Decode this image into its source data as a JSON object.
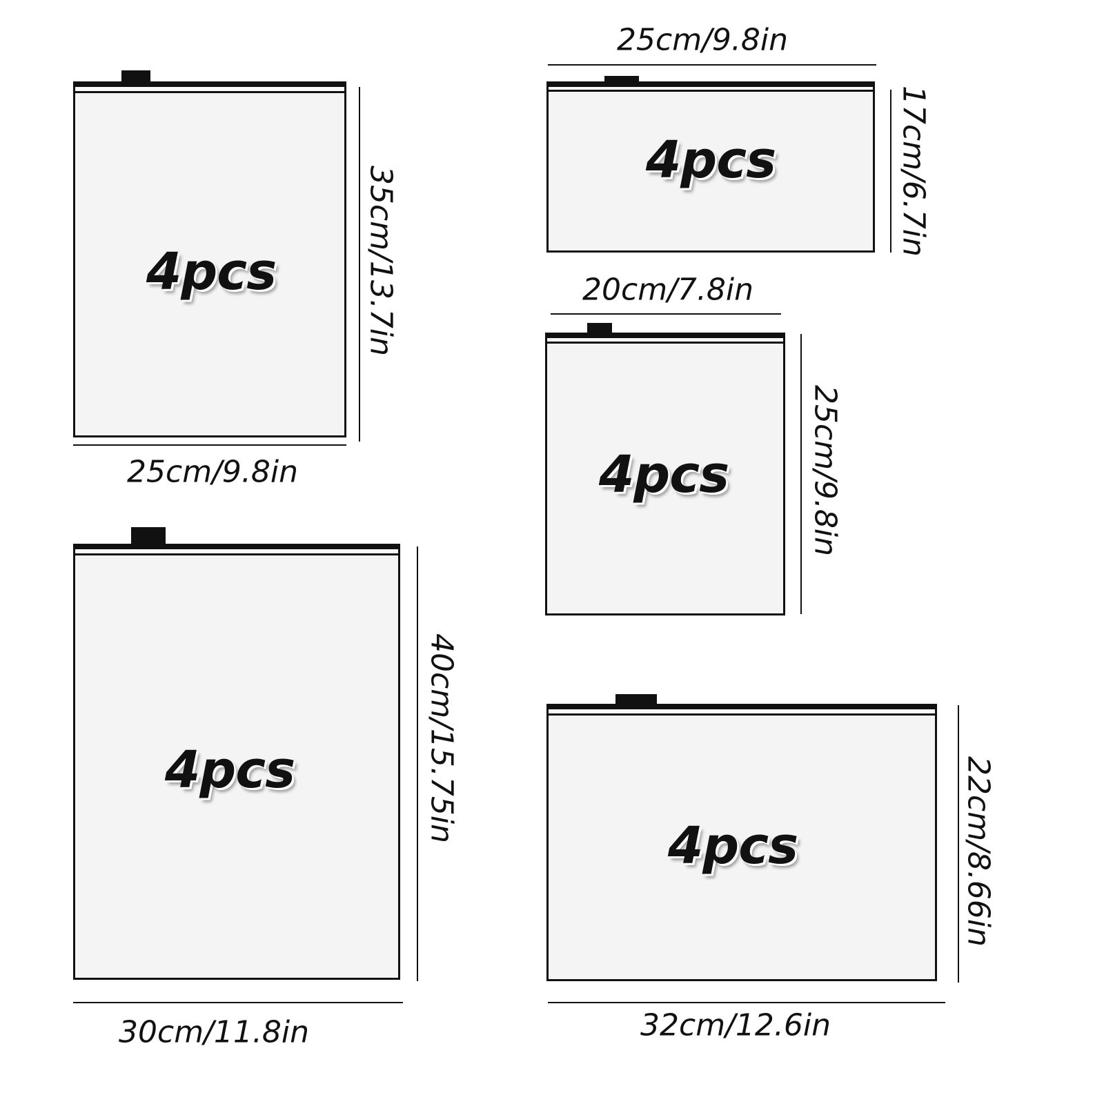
{
  "bags": [
    {
      "quantity": "4pcs",
      "width": "25cm/9.8in",
      "height": "35cm/13.7in"
    },
    {
      "quantity": "4pcs",
      "width": "30cm/11.8in",
      "height": "40cm/15.75in"
    },
    {
      "quantity": "4pcs",
      "width": "25cm/9.8in",
      "height": "17cm/6.7in"
    },
    {
      "quantity": "4pcs",
      "width": "20cm/7.8in",
      "height": "25cm/9.8in"
    },
    {
      "quantity": "4pcs",
      "width": "32cm/12.6in",
      "height": "22cm/8.66in"
    }
  ]
}
